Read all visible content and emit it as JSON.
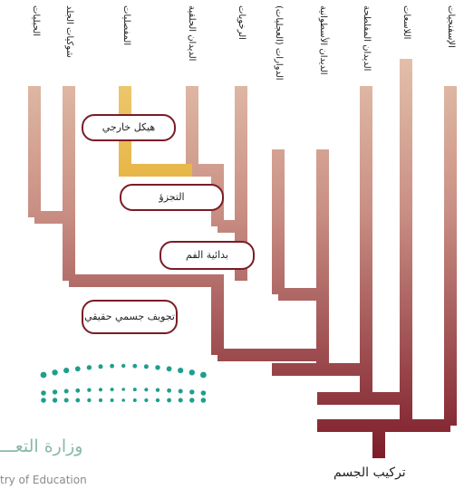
{
  "taxa": [
    {
      "id": "chordates",
      "label": "الحبليات"
    },
    {
      "id": "echinoderms",
      "label": "شوكيات الجلد"
    },
    {
      "id": "arthropods",
      "label": "المفصليات"
    },
    {
      "id": "annelids",
      "label": "الديدان الحلقية"
    },
    {
      "id": "mollusks",
      "label": "الرخويات"
    },
    {
      "id": "rotifers",
      "label": "الدوارات (العجليات)"
    },
    {
      "id": "roundworms",
      "label": "الديدان الأسطوانية"
    },
    {
      "id": "flatworms",
      "label": "الديدان المفلطحة"
    },
    {
      "id": "cnidarians",
      "label": "اللاسعات"
    },
    {
      "id": "sponges",
      "label": "الإسفنجيات"
    }
  ],
  "traits": {
    "exoskeleton": "هيكل خارجي",
    "segmentation": "التجزؤ",
    "protostome": "بدائية الفم",
    "true_coelom": "تجويف جسمي حقيقي"
  },
  "root_label": "تركيب الجسم",
  "logo": {
    "arabic": "وزارة التعـــ",
    "english": "try of Education"
  },
  "colors": {
    "branch_top": "#ebcfb6",
    "branch_bottom": "#7d1d2a",
    "highlight_top": "#f1d58c",
    "highlight_bottom": "#e7b648",
    "tag_border": "#7a1c26",
    "logo_teal": "#1e9f8c"
  }
}
